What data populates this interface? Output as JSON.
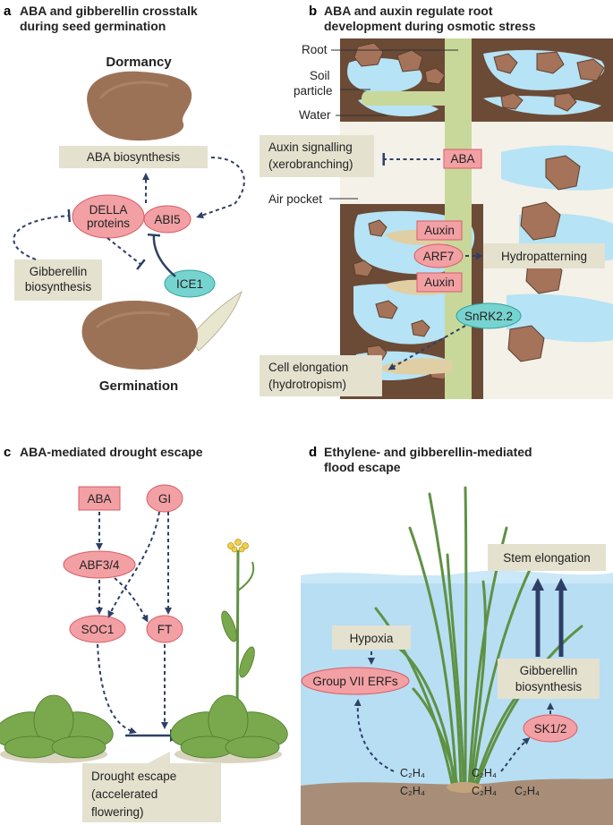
{
  "panel_a": {
    "letter": "a",
    "title_line1": "ABA and gibberellin crosstalk",
    "title_line2": "during seed germination",
    "dormancy": "Dormancy",
    "aba_biosynthesis": "ABA biosynthesis",
    "della_line1": "DELLA",
    "della_line2": "proteins",
    "abi5": "ABI5",
    "gibberellin_line1": "Gibberellin",
    "gibberellin_line2": "biosynthesis",
    "ice1": "ICE1",
    "germination": "Germination"
  },
  "panel_b": {
    "letter": "b",
    "title_line1": "ABA and auxin regulate root",
    "title_line2": "development during osmotic stress",
    "root": "Root",
    "soil_line1": "Soil",
    "soil_line2": "particle",
    "water": "Water",
    "auxin_signalling_line1": "Auxin signalling",
    "auxin_signalling_line2": "(xerobranching)",
    "aba": "ABA",
    "air_pocket": "Air pocket",
    "auxin_top": "Auxin",
    "arf7": "ARF7",
    "hydropatterning": "Hydropatterning",
    "auxin_bottom": "Auxin",
    "snrk": "SnRK2.2",
    "cell_elongation_line1": "Cell elongation",
    "cell_elongation_line2": "(hydrotropism)"
  },
  "panel_c": {
    "letter": "c",
    "title": "ABA-mediated drought escape",
    "aba": "ABA",
    "gi": "GI",
    "abf": "ABF3/4",
    "soc1": "SOC1",
    "ft": "FT",
    "drought_line1": "Drought escape",
    "drought_line2": "(accelerated",
    "drought_line3": "flowering)"
  },
  "panel_d": {
    "letter": "d",
    "title_line1": "Ethylene- and gibberellin-mediated",
    "title_line2": "flood escape",
    "stem_elongation": "Stem elongation",
    "hypoxia": "Hypoxia",
    "group_vii": "Group VII ERFs",
    "gibberellin_line1": "Gibberellin",
    "gibberellin_line2": "biosynthesis",
    "sk": "SK1/2",
    "ethylene": "C₂H₄"
  }
}
